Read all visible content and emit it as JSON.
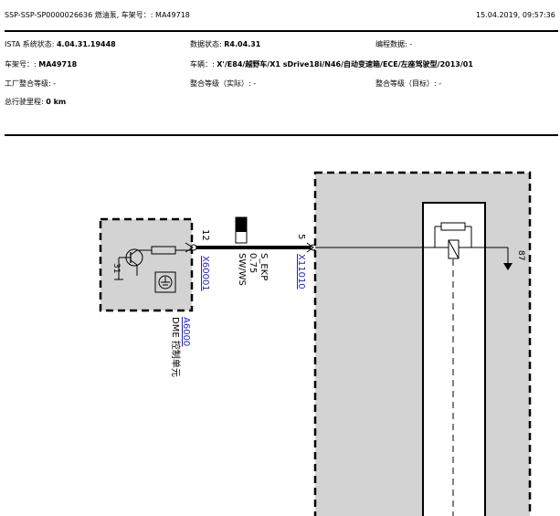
{
  "header": {
    "title": "SSP-SSP-SP0000026636 燃油泵, 车架号：: MA49718",
    "datetime": "15.04.2019, 09:57:36"
  },
  "info": {
    "ista_label": "ISTA 系统状态: ",
    "ista_value": "4.04.31.19448",
    "data_label": "数据状态: ",
    "data_value": "R4.04.31",
    "prog_label": "编程数据: -",
    "vin_label": "车架号：: ",
    "vin_value": "MA49718",
    "vehicle_label": "车辆：: ",
    "vehicle_value": "X'/E84/越野车/X1 sDrive18i/N46/自动变速箱/ECE/左座驾驶型/2013/01",
    "factory_level": "工厂整合等级: -",
    "actual_level": "整合等级（实际）: -",
    "target_level": "整合等级（目标）: -",
    "mileage_label": "总行驶里程: ",
    "mileage_value": "0 km"
  },
  "diagram": {
    "left_pin": "12",
    "right_pin": "5",
    "wire_label_1": "S_EKP",
    "wire_label_2": "0.75",
    "wire_label_3": "SW/WS",
    "left_connector": "X60001",
    "right_connector": "X11010",
    "component_id": "A6000",
    "component_name": "DME 控制单元",
    "transistor_pin": "31",
    "terminal": "87",
    "colors": {
      "wire": "#000000",
      "link": "#1f1fd0",
      "component_fill": "#d3d3d3",
      "dash": "#000000"
    }
  }
}
